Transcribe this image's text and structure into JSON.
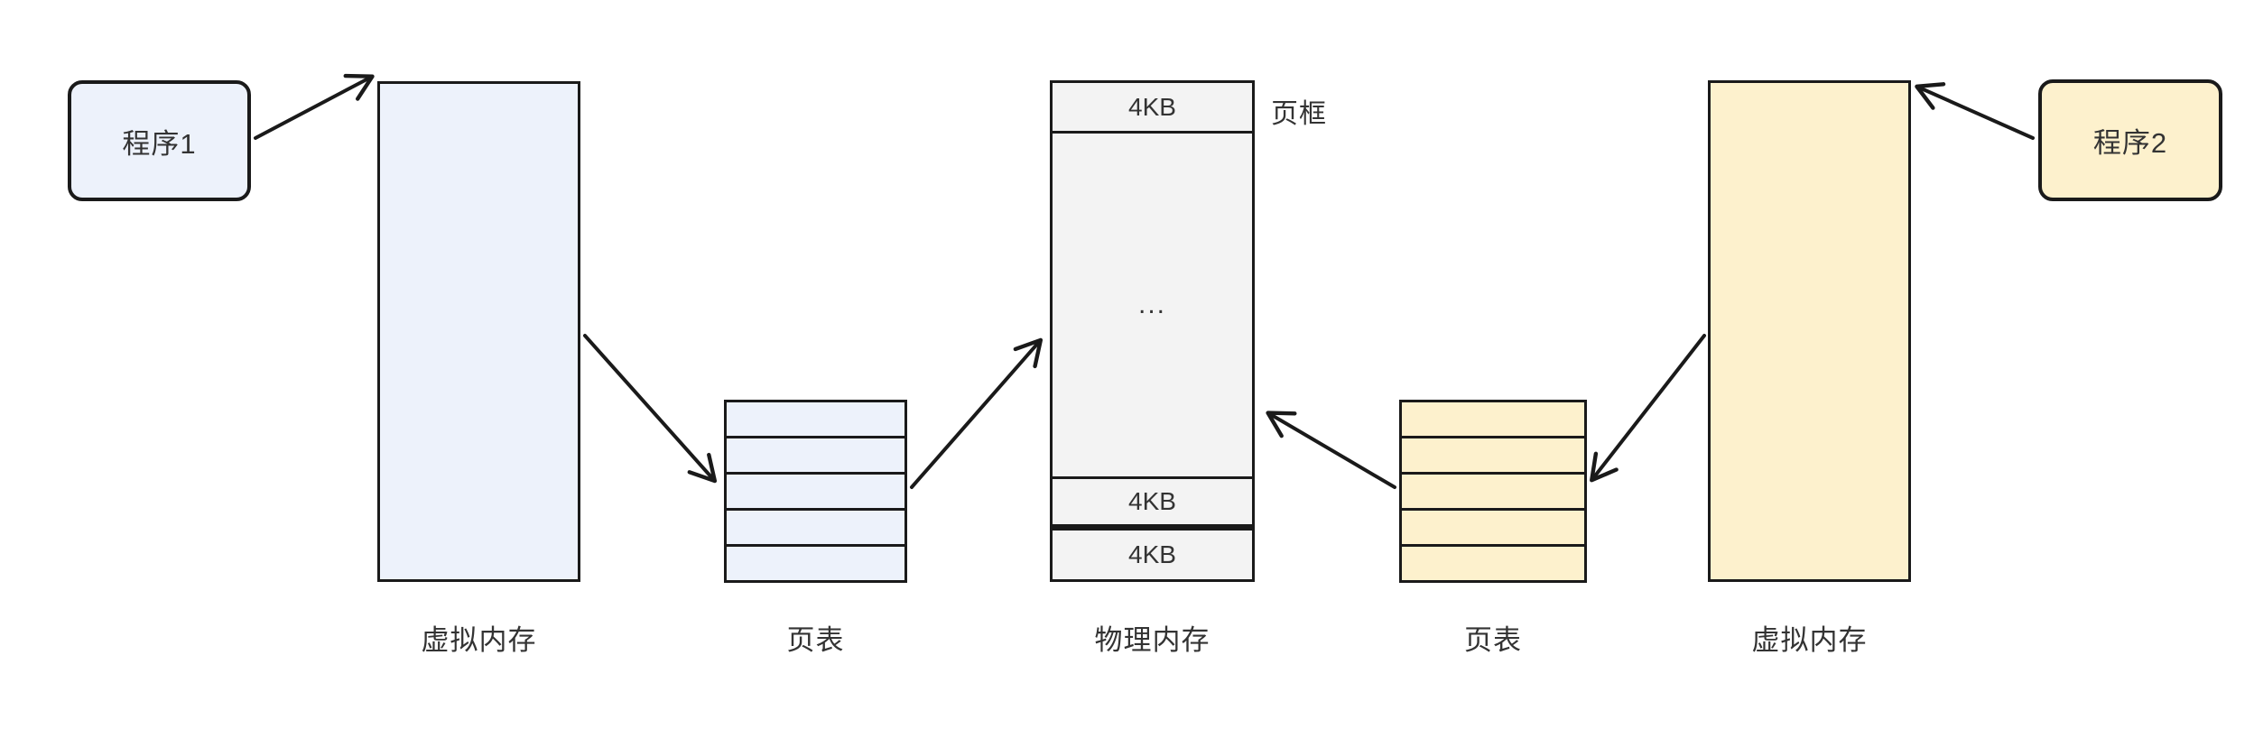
{
  "diagram": {
    "program1": {
      "label": "程序1"
    },
    "program2": {
      "label": "程序2"
    },
    "virtual_memory_left": {
      "label": "虚拟内存"
    },
    "page_table_left": {
      "label": "页表"
    },
    "physical_memory": {
      "label": "物理内存",
      "frame_annotation": "页框",
      "top_frame": "4KB",
      "ellipsis": "...",
      "frame2": "4KB",
      "frame3": "4KB"
    },
    "page_table_right": {
      "label": "页表"
    },
    "virtual_memory_right": {
      "label": "虚拟内存"
    }
  },
  "colors": {
    "blue_fill": "#edf2fb",
    "yellow_fill": "#fdf1cd",
    "gray_fill": "#f3f3f3",
    "stroke": "#1a1a1a",
    "text": "#333333"
  }
}
